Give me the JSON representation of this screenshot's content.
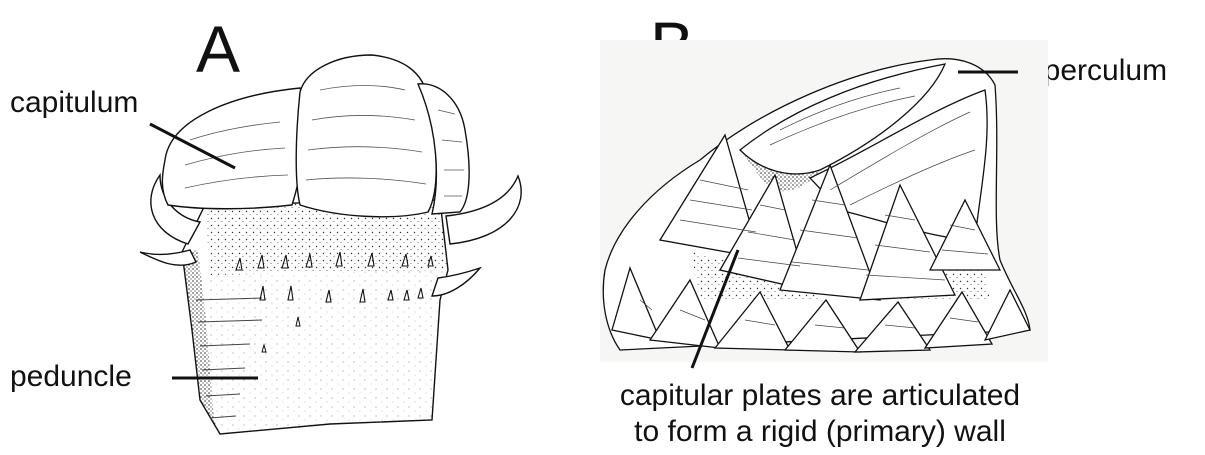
{
  "panels": [
    {
      "letter": "A",
      "labels": {
        "capitulum": "capitulum",
        "peduncle": "peduncle"
      }
    },
    {
      "letter": "B",
      "labels": {
        "operculum": "operculum"
      },
      "caption_line1": "capitular plates are articulated",
      "caption_line2": "to form a rigid (primary) wall"
    }
  ],
  "colors": {
    "ink": "#111111",
    "paper_b": "#f6f6f4"
  }
}
